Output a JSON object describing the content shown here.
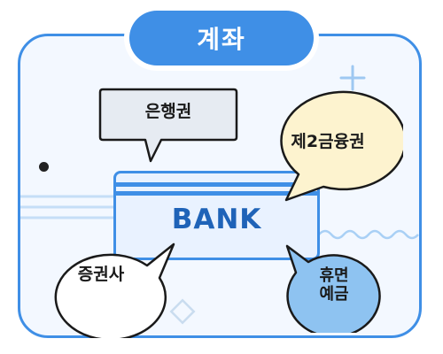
{
  "title": "계좌",
  "card": {
    "label": "BANK"
  },
  "bubbles": {
    "bank": "은행권",
    "second_tier": "제2금융권",
    "securities": "증권사",
    "dormant_line1": "휴면",
    "dormant_line2": "예금"
  },
  "colors": {
    "accent": "#3f8fe6",
    "card_text": "#1f63b8",
    "bubble_yellow": "#fdf3cf",
    "bubble_blue": "#8ec3f1",
    "bubble_gray": "#e6ebf2",
    "frame_fill": "#f3f8ff"
  }
}
